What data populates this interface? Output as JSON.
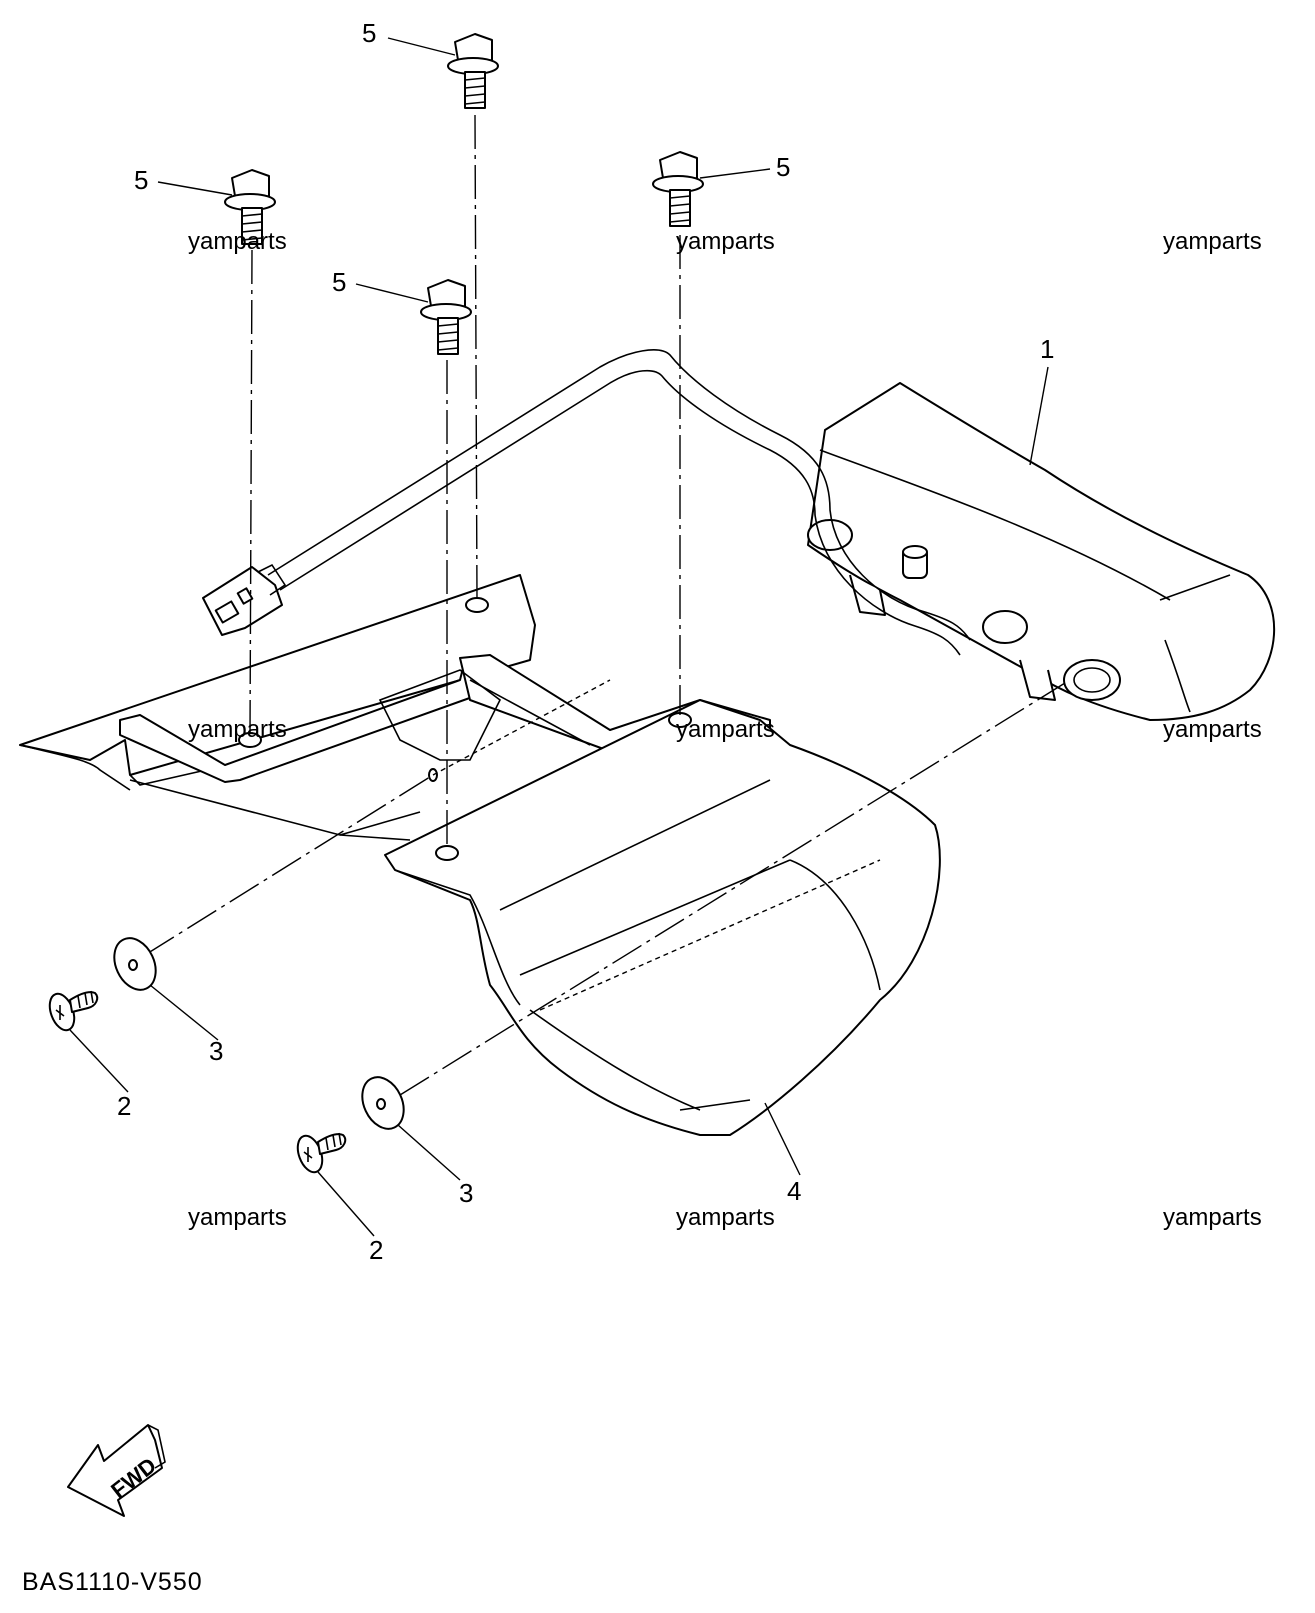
{
  "diagram": {
    "callouts": [
      {
        "id": "callout-1",
        "text": "1"
      },
      {
        "id": "callout-2a",
        "text": "2"
      },
      {
        "id": "callout-2b",
        "text": "2"
      },
      {
        "id": "callout-3a",
        "text": "3"
      },
      {
        "id": "callout-3b",
        "text": "3"
      },
      {
        "id": "callout-4",
        "text": "4"
      },
      {
        "id": "callout-5a",
        "text": "5"
      },
      {
        "id": "callout-5b",
        "text": "5"
      },
      {
        "id": "callout-5c",
        "text": "5"
      },
      {
        "id": "callout-5d",
        "text": "5"
      }
    ],
    "watermark": "yamparts",
    "direction_label": "FWD",
    "drawing_code": "BAS1110-V550"
  }
}
